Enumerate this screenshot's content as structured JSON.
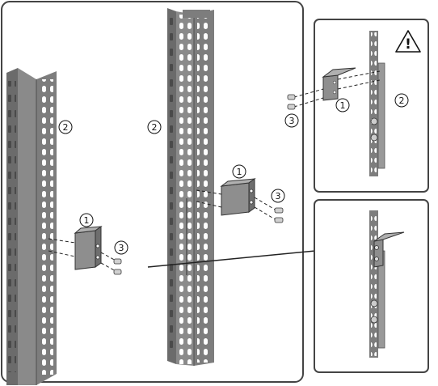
{
  "figure": {
    "callouts": {
      "bracket": "1",
      "rail": "2",
      "screws": "3"
    },
    "warning_symbol": "!",
    "colors": {
      "rail": "#808080",
      "rail_dark": "#5a5a5a",
      "rail_light": "#a6a6a6",
      "bracket": "#8c8c8c",
      "frame": "#444444",
      "background": "#ffffff"
    },
    "icons": [
      "warning-triangle-icon",
      "screw-icon",
      "bracket-icon",
      "rack-rail-icon"
    ]
  }
}
